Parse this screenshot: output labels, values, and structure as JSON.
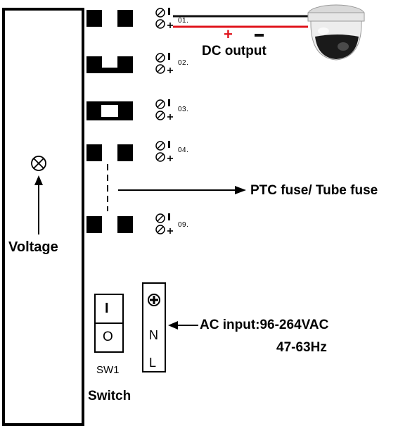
{
  "panel": {
    "voltage_label": "Voltage",
    "lamp_icon": "circle-x-icon"
  },
  "outputs": {
    "channels": [
      {
        "id": "01."
      },
      {
        "id": "02."
      },
      {
        "id": "03."
      },
      {
        "id": "04."
      },
      {
        "id": "09."
      }
    ],
    "dc_label": "DC output",
    "plus_sign": "+",
    "minus_sign": "-",
    "camera_icon": "dome-camera-icon"
  },
  "fuse": {
    "label": "PTC fuse/ Tube fuse"
  },
  "switch": {
    "on_symbol": "I",
    "off_symbol": "O",
    "id_label": "SW1",
    "name_label": "Switch"
  },
  "ac_terminal": {
    "ground_icon": "earth-terminal-icon",
    "n_label": "N",
    "l_label": "L",
    "input_line1": "AC input:96-264VAC",
    "input_line2": "47-63Hz"
  },
  "colors": {
    "positive_wire": "#e0141c",
    "negative_wire": "#111111",
    "ink": "#000000",
    "plus_text": "#e0141c"
  }
}
